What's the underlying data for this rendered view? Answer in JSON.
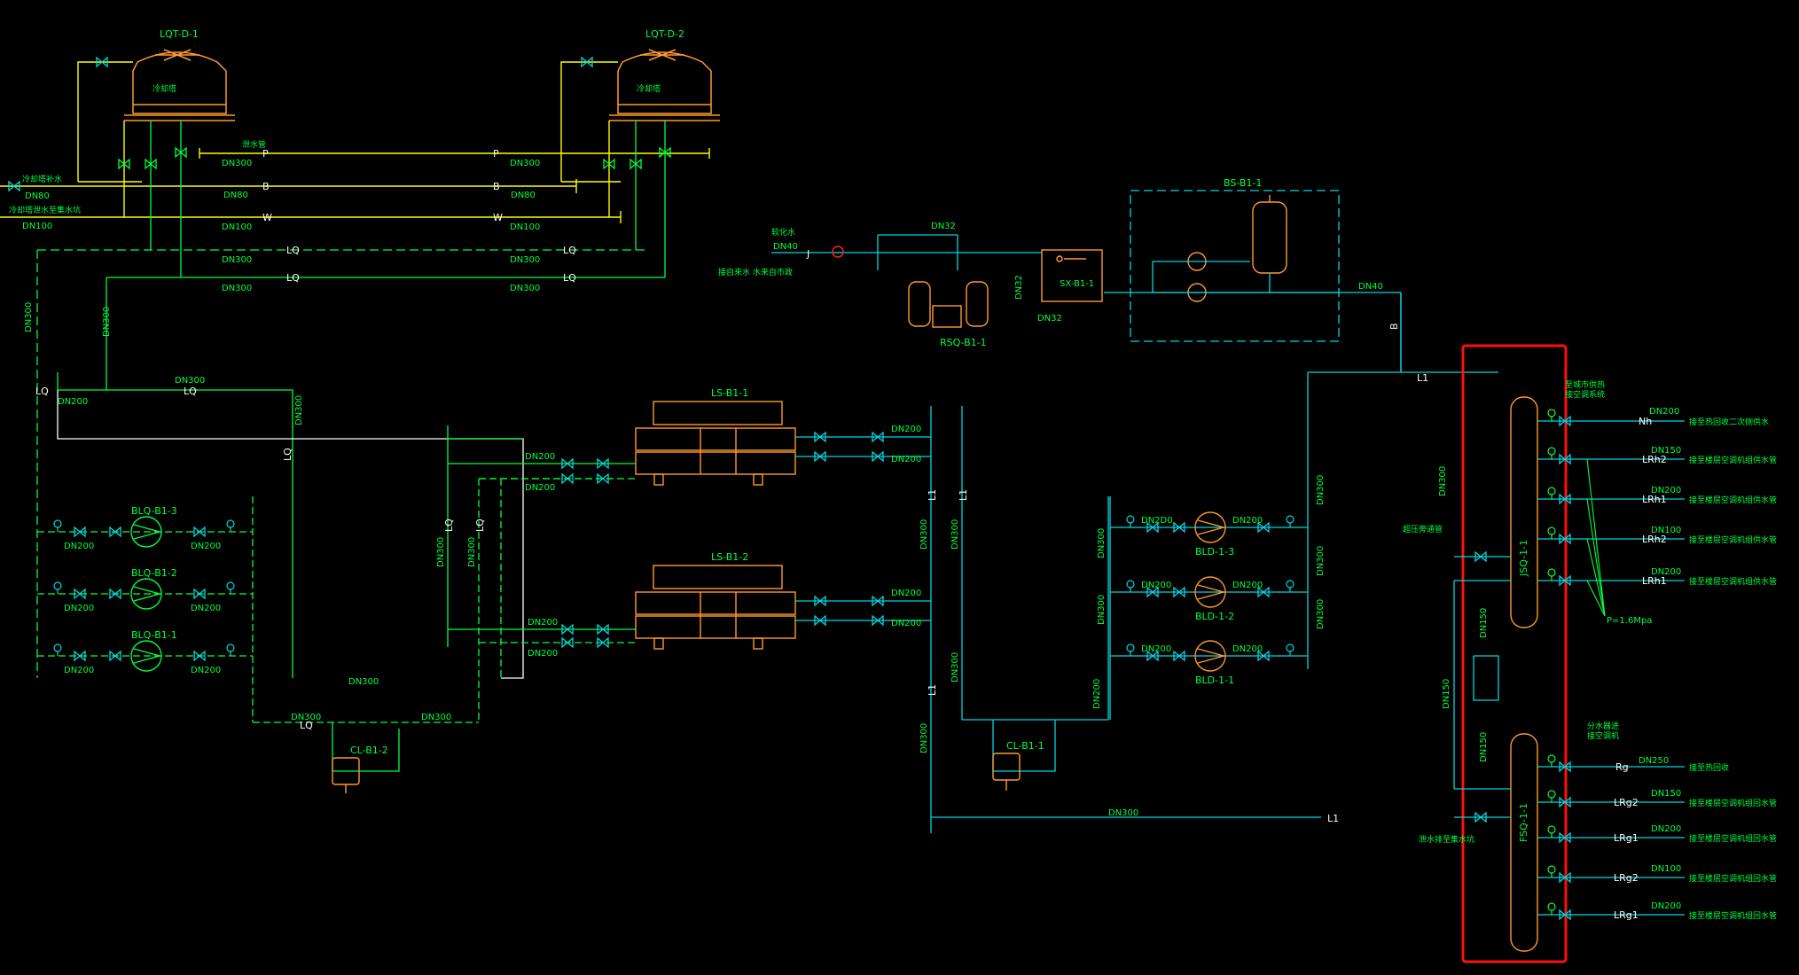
{
  "colors": {
    "background": "#000000",
    "green": "#00ff40",
    "cyan": "#00d7e0",
    "yellow": "#ffff00",
    "orange": "#ff9a2e",
    "white": "#ffffff",
    "red": "#ff2020",
    "highlight": "#ff1010"
  },
  "equipment": {
    "cooling_tower_1": "LQT-D-1",
    "cooling_tower_2": "LQT-D-2",
    "tower_body_label": "冷却塔",
    "water_treatment": "RSQ-B1-1",
    "softener": "SX-B1-1",
    "expansion_unit": "BS-B1-1",
    "chiller_1": "LS-B1-1",
    "chiller_2": "LS-B1-2",
    "cw_pump_3": "BLQ-B1-3",
    "cw_pump_2": "BLQ-B1-2",
    "cw_pump_1": "BLQ-B1-1",
    "chw_pump_3": "BLD-1-3",
    "chw_pump_2": "BLD-1-2",
    "chw_pump_1": "BLD-1-1",
    "filter_cl2": "CL-B1-2",
    "filter_cl1": "CL-B1-1",
    "supply_header": "JSQ-1-1",
    "return_header": "FSQ-1-1"
  },
  "pipe_codes": {
    "P": "P",
    "B": "B",
    "W": "W",
    "LQ": "LQ",
    "L1": "L1",
    "Nh": "Nh",
    "LRh2": "LRh2",
    "LRh1": "LRh1",
    "Rg": "Rg",
    "LRg2": "LRg2",
    "LRg1": "LRg1",
    "J": "J"
  },
  "sizes": {
    "dn300": "DN300",
    "dn200": "DN200",
    "dn150": "DN150",
    "dn100": "DN100",
    "dn80": "DN80",
    "dn40": "DN40",
    "dn32": "DN32",
    "dn250": "DN250",
    "dn2d0": "DN2D0"
  },
  "notes": {
    "makeup_water": "冷却塔补水",
    "tower_drain": "冷却塔泄水至集水坑",
    "overflow": "泄水管",
    "city_water_in": "接自来水\n水来自市政",
    "softened_water": "软化水",
    "drain_to_sump": "泄水排至集水坑",
    "pressure": "P=1.6Mpa",
    "relief_line": "超压旁通管",
    "supply_note_a": "分水器进",
    "supply_note_b": "接空调机",
    "hdr_note_a": "至城市供热",
    "hdr_note_b": "接空调系统",
    "to_nh": "接至热回收二次侧供水",
    "to_zone": "接至楼层空调机组供水管",
    "to_zone_ret": "接至楼层空调机组回水管",
    "to_rg": "接至热回收"
  }
}
